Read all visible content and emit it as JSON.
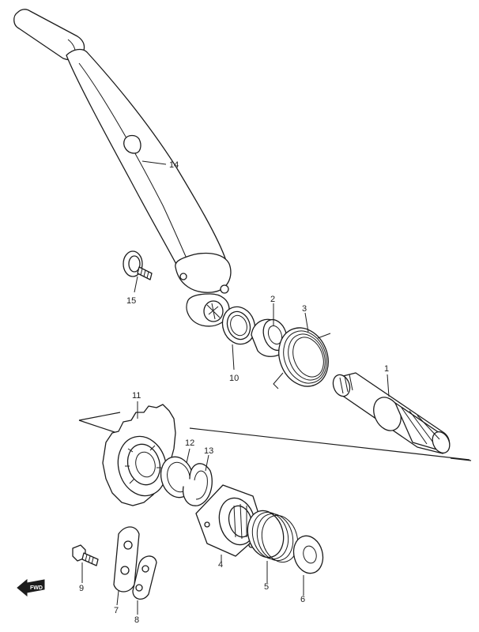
{
  "callouts": {
    "p1": "1",
    "p2": "2",
    "p3": "3",
    "p4": "4",
    "p5": "5",
    "p6": "6",
    "p7": "7",
    "p8": "8",
    "p9": "9",
    "p10": "10",
    "p11": "11",
    "p12": "12",
    "p13": "13",
    "p14": "14",
    "p15": "15"
  },
  "fwd_mark": "FWD"
}
